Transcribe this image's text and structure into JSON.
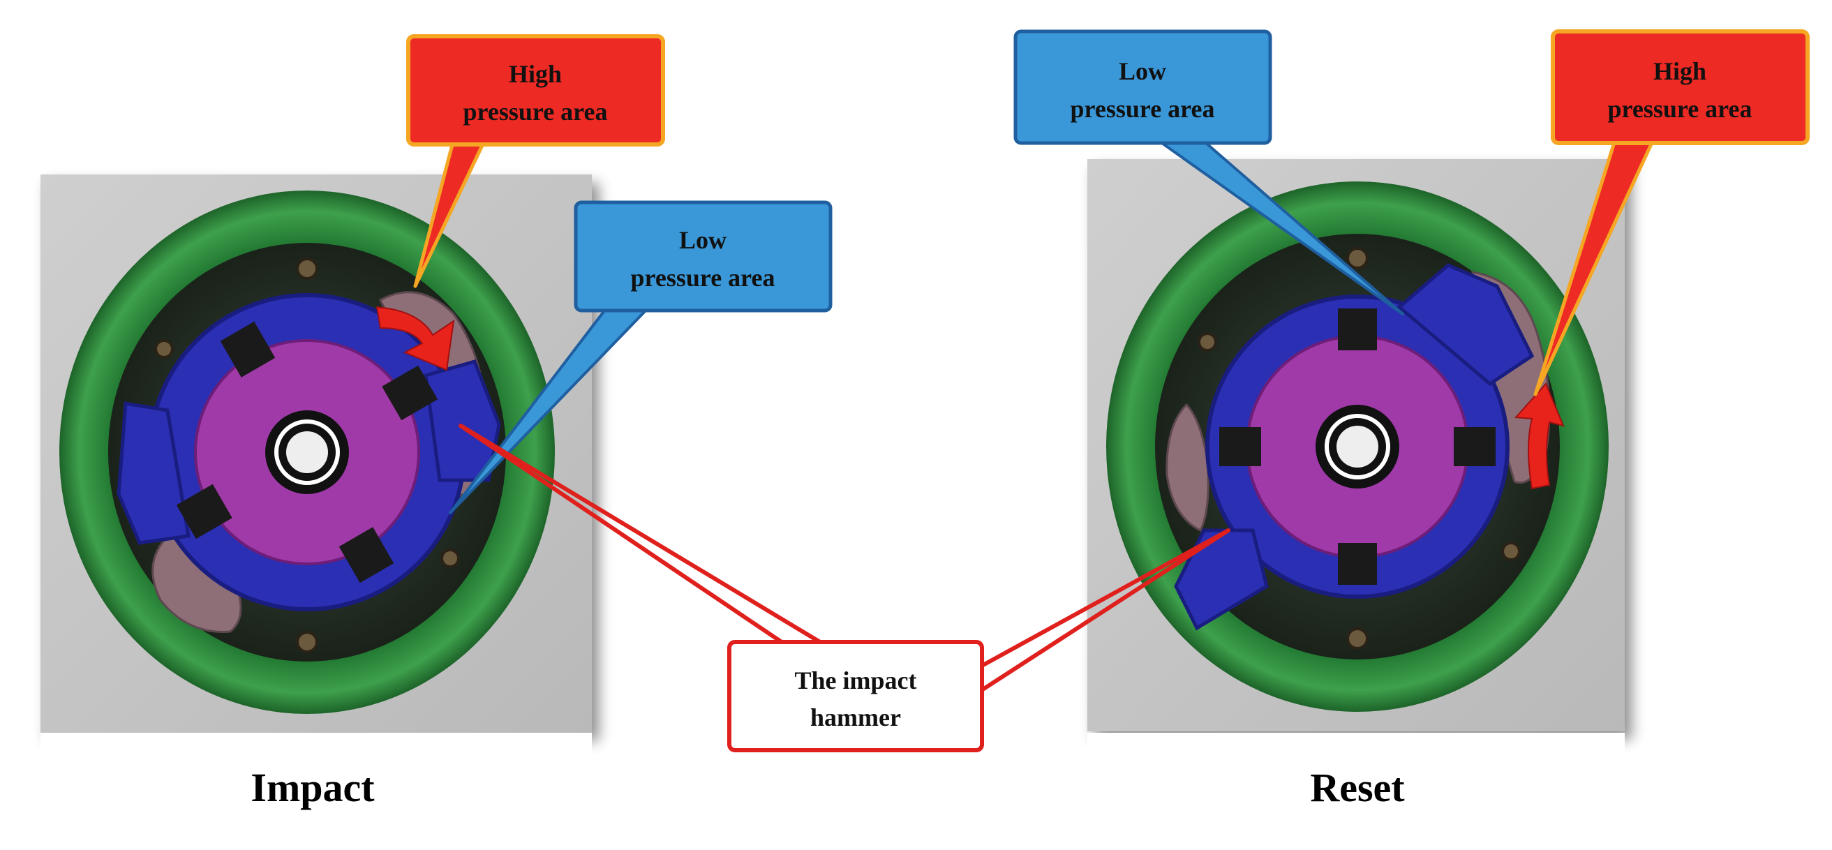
{
  "panels": [
    {
      "id": "impact",
      "caption": "Impact"
    },
    {
      "id": "reset",
      "caption": "Reset"
    }
  ],
  "callouts": {
    "impact_high": {
      "line1": "High",
      "line2": "pressure area"
    },
    "impact_low": {
      "line1": "Low",
      "line2": "pressure area"
    },
    "reset_low": {
      "line1": "Low",
      "line2": "pressure area"
    },
    "reset_high": {
      "line1": "High",
      "line2": "pressure area"
    },
    "hammer": {
      "line1": "The impact",
      "line2": "hammer"
    }
  },
  "colors": {
    "high_pressure": "#ee2a24",
    "high_pressure_border": "#f5a623",
    "low_pressure": "#3a98d8",
    "low_pressure_border": "#1f5fa0",
    "hammer_border": "#e0201c",
    "housing_ring": "#2e8b3e",
    "hammer_body": "#2a2fb4",
    "rotor": "#a03aa8",
    "base_plate": "#c8c8c8"
  },
  "icons": [
    "red-rotation-arrow-icon"
  ]
}
